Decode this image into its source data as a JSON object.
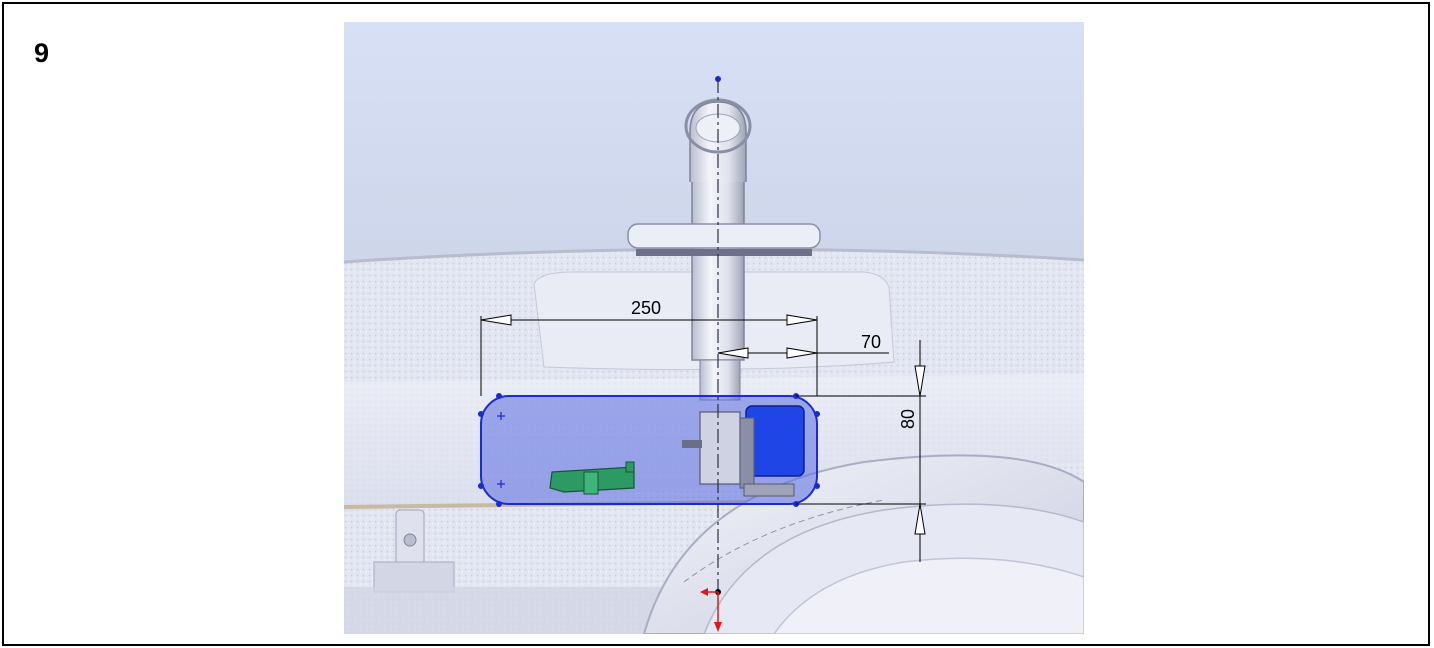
{
  "step": {
    "number": "9"
  },
  "dimensions": {
    "width_total": "250",
    "offset_from_axis": "70",
    "height": "80"
  },
  "colors": {
    "sketch_fill": "#6f7fe8",
    "sketch_outline": "#1a2bd0",
    "component_blue": "#1f45e6",
    "component_green": "#2e9a63",
    "background_top": "#d9e2f6",
    "trunk_surface": "#e4e6f3",
    "origin_red": "#e01818"
  },
  "icons": [
    "origin-triad-icon",
    "sketch-point-icon"
  ]
}
